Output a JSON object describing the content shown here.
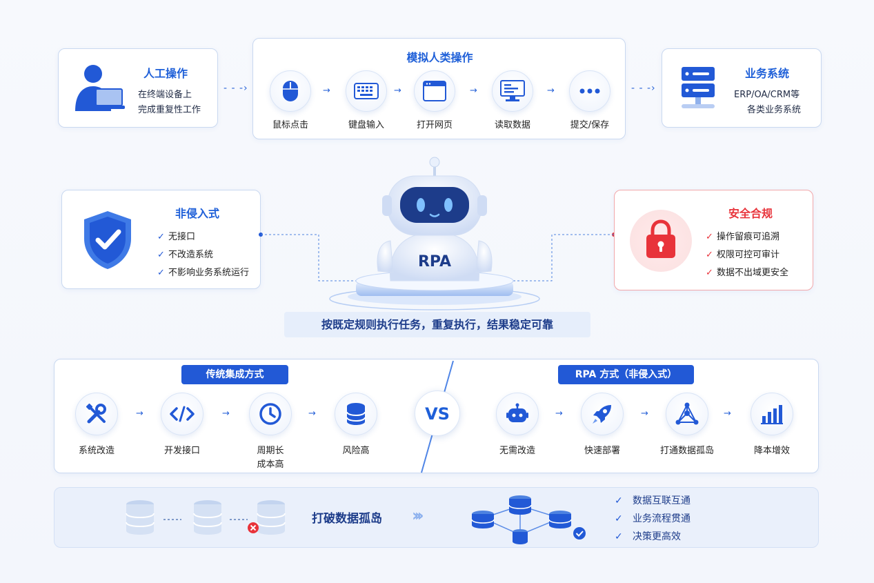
{
  "top": {
    "manual": {
      "title": "人工操作",
      "desc1": "在终端设备上",
      "desc2": "完成重复性工作"
    },
    "simulate": {
      "title": "模拟人类操作",
      "steps": [
        {
          "label": "鼠标点击",
          "icon": "mouse-icon"
        },
        {
          "label": "键盘输入",
          "icon": "keyboard-icon"
        },
        {
          "label": "打开网页",
          "icon": "browser-icon"
        },
        {
          "label": "读取数据",
          "icon": "monitor-data-icon"
        },
        {
          "label": "提交/保存",
          "icon": "more-icon"
        }
      ]
    },
    "business": {
      "title": "业务系统",
      "desc1": "ERP/OA/CRM等",
      "desc2": "各类业务系统"
    }
  },
  "middle": {
    "non_invasive": {
      "title": "非侵入式",
      "items": [
        "无接口",
        "不改造系统",
        "不影响业务系统运行"
      ]
    },
    "robot_label": "RPA",
    "security": {
      "title": "安全合规",
      "items": [
        "操作留痕可追溯",
        "权限可控可审计",
        "数据不出域更安全"
      ]
    },
    "banner": "按既定规则执行任务，重复执行，结果稳定可靠"
  },
  "compare": {
    "traditional": {
      "title": "传统集成方式",
      "steps": [
        {
          "label": "系统改造",
          "icon": "tools-icon"
        },
        {
          "label": "开发接口",
          "icon": "code-icon"
        },
        {
          "label": "周期长",
          "label2": "成本高",
          "icon": "clock-icon"
        },
        {
          "label": "风险高",
          "icon": "database-icon"
        }
      ]
    },
    "vs": "VS",
    "rpa": {
      "title": "RPA 方式（非侵入式）",
      "steps": [
        {
          "label": "无需改造",
          "icon": "robot-icon"
        },
        {
          "label": "快速部署",
          "icon": "rocket-icon"
        },
        {
          "label": "打通数据孤岛",
          "icon": "network-icon"
        },
        {
          "label": "降本增效",
          "icon": "bar-chart-icon"
        }
      ]
    }
  },
  "bottom": {
    "title": "打破数据孤岛",
    "benefits": [
      "数据互联互通",
      "业务流程贯通",
      "决策更高效"
    ]
  },
  "colors": {
    "primary": "#1e5fd8",
    "danger": "#e8333a",
    "border": "#c9d8f0"
  }
}
